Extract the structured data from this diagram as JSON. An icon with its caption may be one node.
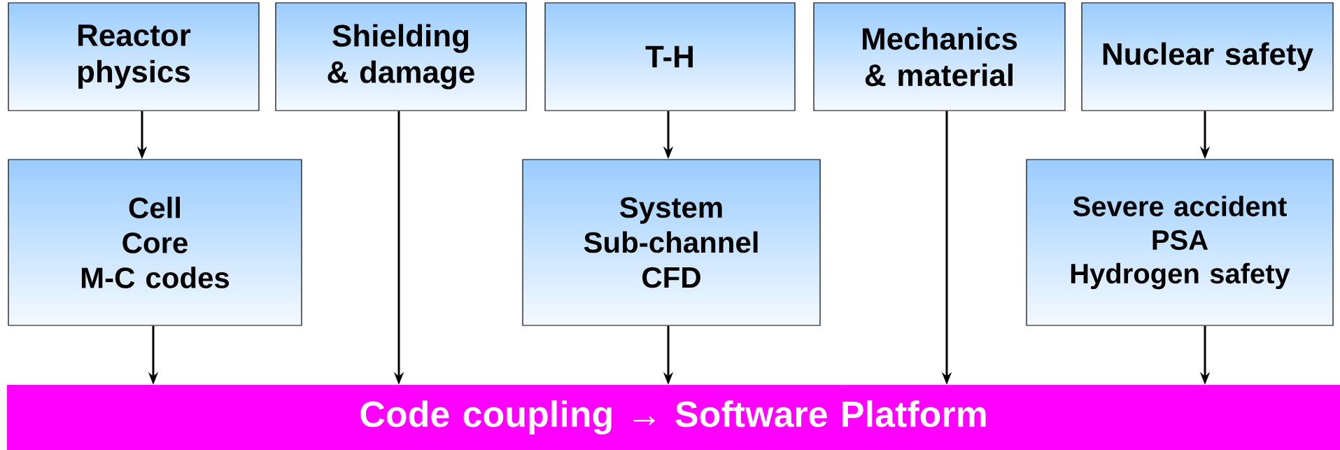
{
  "diagram": {
    "nodes": [
      {
        "text": [
          "Reactor physics"
        ]
      },
      {
        "text": [
          "Shielding & damage"
        ]
      },
      {
        "text": [
          "T-H"
        ]
      },
      {
        "text": [
          "Mechanics & material"
        ]
      },
      {
        "text": [
          "Nuclear safety"
        ]
      },
      {
        "text": [
          "Cell",
          "Core",
          "M-C codes"
        ]
      },
      {
        "text": [
          "System",
          "Sub-channel",
          "CFD"
        ]
      },
      {
        "text": [
          "Severe accident",
          "PSA",
          "Hydrogen safety"
        ]
      },
      {
        "text": [
          "Code coupling → Software Platform"
        ]
      }
    ],
    "edges": [
      {
        "from": 0,
        "to": 5,
        "arrow": "to"
      },
      {
        "from": 1,
        "to": 8,
        "arrow": "to"
      },
      {
        "from": 2,
        "to": 6,
        "arrow": "to"
      },
      {
        "from": 3,
        "to": 8,
        "arrow": "to"
      },
      {
        "from": 4,
        "to": 7,
        "arrow": "to"
      },
      {
        "from": 5,
        "to": 8,
        "arrow": "to"
      },
      {
        "from": 6,
        "to": 8,
        "arrow": "to"
      },
      {
        "from": 7,
        "to": 8,
        "arrow": "to"
      }
    ]
  }
}
